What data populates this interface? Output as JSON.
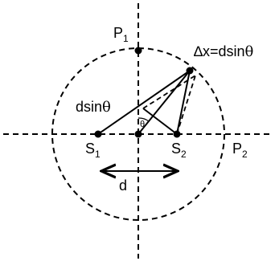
{
  "diagram": {
    "labels": {
      "p1": "P",
      "p1_sub": "1",
      "p2": "P",
      "p2_sub": "2",
      "s1": "S",
      "s1_sub": "1",
      "s2": "S",
      "s2_sub": "2",
      "path_diff_prefix": "∆x=dsin",
      "path_diff_theta": "θ",
      "dsin_prefix": "dsin",
      "dsin_theta": "θ",
      "theta": "θ",
      "d": "d"
    },
    "colors": {
      "stroke": "#000000",
      "background": "#ffffff"
    }
  }
}
